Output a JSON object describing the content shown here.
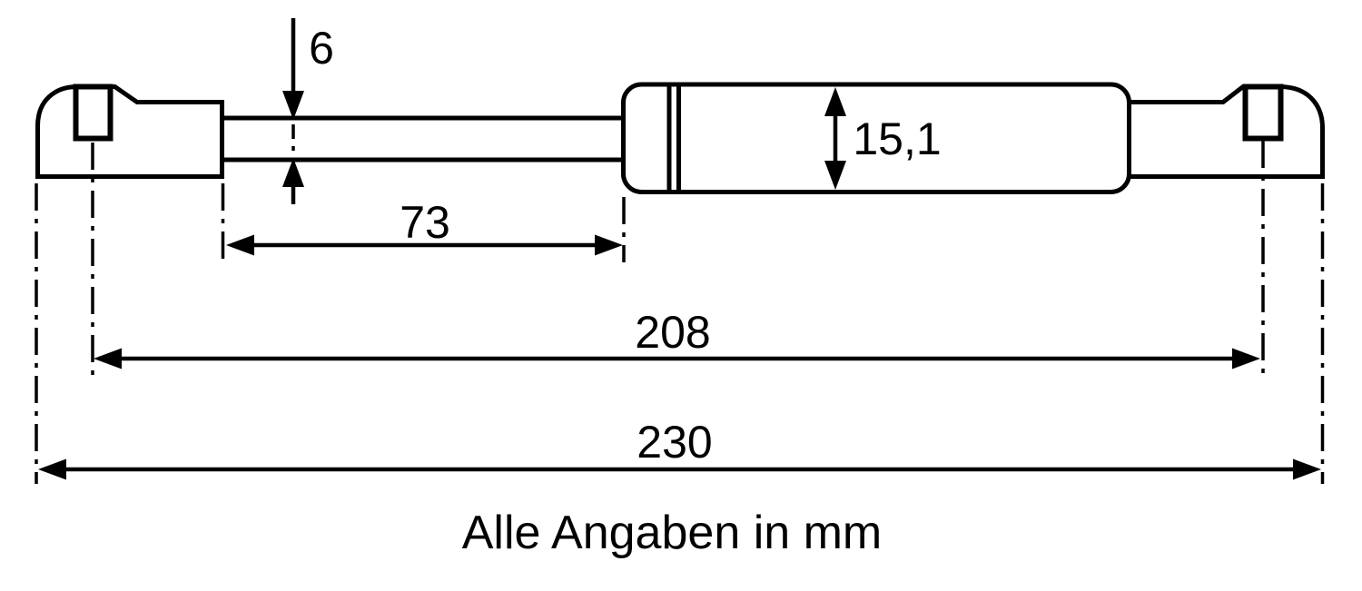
{
  "page": {
    "background": "#ffffff",
    "line_color": "#000000"
  },
  "drawing": {
    "caption": "Alle Angaben in mm",
    "dimensions": {
      "rod_diameter": "6",
      "rod_free_length": "73",
      "body_diameter": "15,1",
      "eye_center_distance": "208",
      "total_length": "230"
    }
  }
}
